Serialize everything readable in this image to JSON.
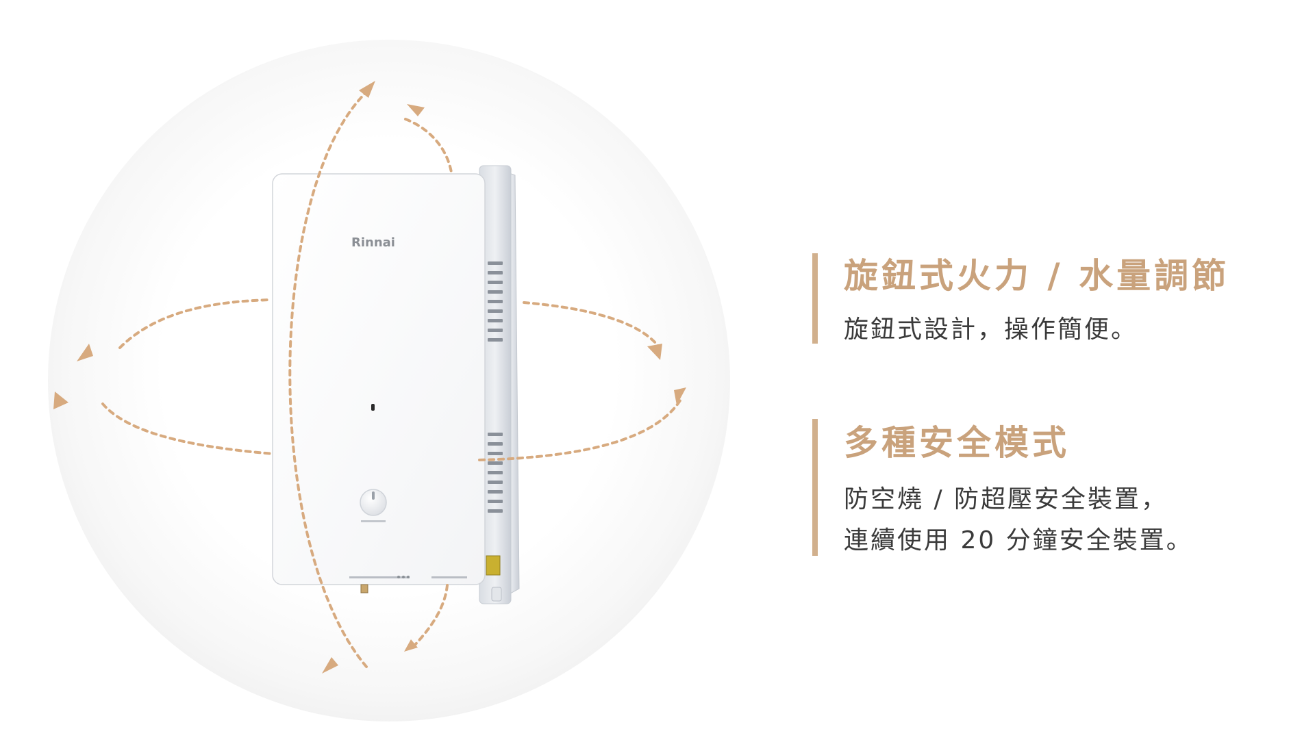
{
  "product": {
    "brand_logo_text": "Rinnai"
  },
  "features": [
    {
      "title": "旋鈕式火力 / 水量調節",
      "description_lines": [
        "旋鈕式設計，操作簡便。"
      ]
    },
    {
      "title": "多種安全模式",
      "description_lines": [
        "防空燒 / 防超壓安全裝置，",
        "連續使用 20 分鐘安全裝置。"
      ]
    }
  ],
  "colors": {
    "accent": "#c9a27c",
    "accent_bar": "#d1b08d",
    "arrow": "#d7aa7f",
    "text": "#3a3a3a"
  }
}
